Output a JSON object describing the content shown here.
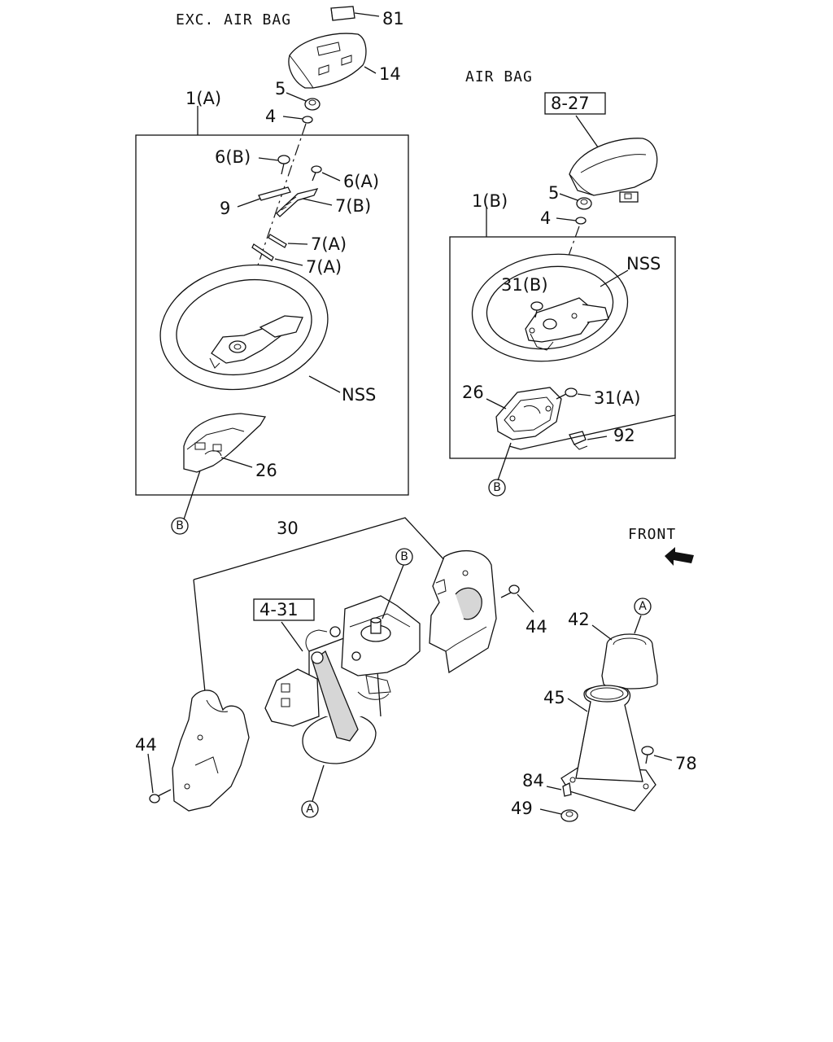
{
  "sections": {
    "exc_air_bag": "EXC. AIR BAG",
    "air_bag": "AIR BAG",
    "front": "FRONT"
  },
  "refs": {
    "r8_27": "8-27",
    "r4_31": "4-31"
  },
  "callouts": {
    "c81": "81",
    "c14": "14",
    "c5a": "5",
    "c4a": "4",
    "c1a": "1(A)",
    "c6b": "6(B)",
    "c6a": "6(A)",
    "c9": "9",
    "c7b": "7(B)",
    "c7a1": "7(A)",
    "c7a2": "7(A)",
    "cnss1": "NSS",
    "c26a": "26",
    "c5b": "5",
    "c4b": "4",
    "c1b": "1(B)",
    "cnss2": "NSS",
    "c31b": "31(B)",
    "c26b": "26",
    "c31a": "31(A)",
    "c92": "92",
    "c30": "30",
    "c44a": "44",
    "c42": "42",
    "c45": "45",
    "c78": "78",
    "c84": "84",
    "c49": "49",
    "c44b": "44"
  },
  "markers": {
    "b1": "B",
    "b2": "B",
    "b3": "B",
    "a1": "A",
    "a2": "A"
  }
}
